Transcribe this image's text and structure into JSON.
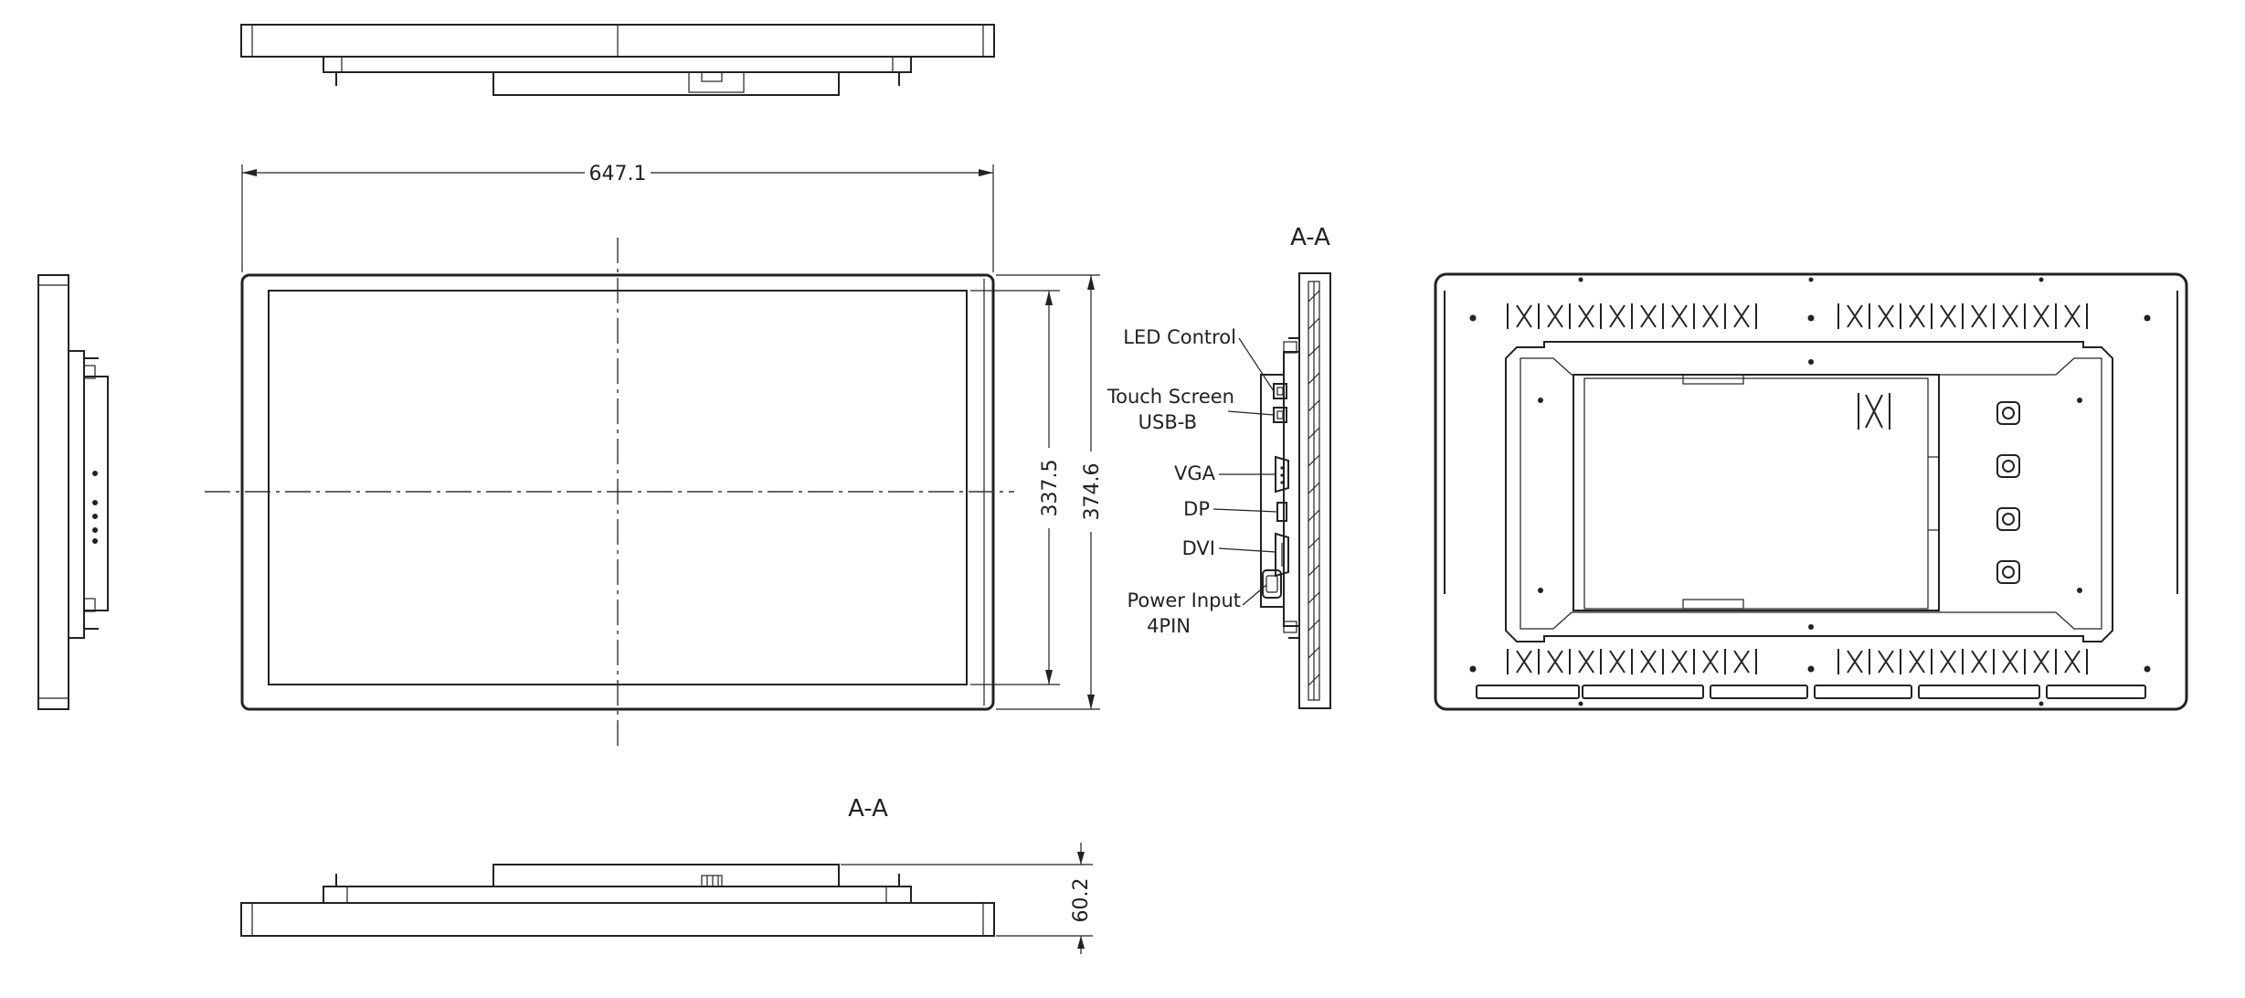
{
  "dimensions": {
    "width": "647.1",
    "inner_height": "337.5",
    "outer_height": "374.6",
    "depth": "60.2"
  },
  "section_labels": {
    "side_section": "A-A",
    "bottom_section": "A-A"
  },
  "connectors": {
    "led_control": "LED Control",
    "touch_screen_line1": "Touch Screen",
    "touch_screen_line2": "USB-B",
    "vga": "VGA",
    "dp": "DP",
    "dvi": "DVI",
    "power_line1": "Power Input",
    "power_line2": "4PIN"
  },
  "colors": {
    "line": "#222222",
    "background": "#ffffff"
  }
}
